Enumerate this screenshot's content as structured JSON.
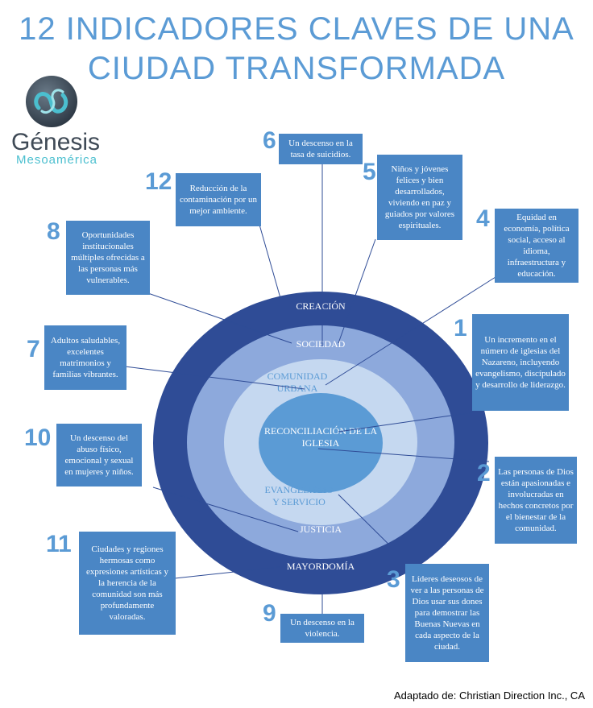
{
  "title": {
    "line1": "12 INDICADORES CLAVES DE UNA",
    "line2": "CIUDAD TRANSFORMADA"
  },
  "logo": {
    "name": "Génesis",
    "subtitle": "Mesoamérica",
    "icon": "infinity-knot-icon"
  },
  "rings": {
    "outer_top": "CREACIÓN",
    "outer_bottom": "MAYORDOMÍA",
    "second_top": "SOCIEDAD",
    "second_bottom": "JUSTICIA",
    "third_top": "COMUNIDAD URBANA",
    "third_bottom": "EVANGELISMO Y SERVICIO",
    "core": "RECONCILIACIÓN DE LA IGLESIA"
  },
  "indicators": {
    "i1": {
      "num": "1",
      "text": "Un incremento en el número de iglesias del Nazareno, incluyendo evangelismo, discípulado y desarrollo de liderazgo."
    },
    "i2": {
      "num": "2",
      "text": "Las personas de Dios están apasionadas e involucradas en hechos concretos por el bienestar de la comunidad."
    },
    "i3": {
      "num": "3",
      "text": "Líderes deseosos de ver a las personas de Dios usar sus dones para demostrar las Buenas Nuevas en cada aspecto de la ciudad."
    },
    "i4": {
      "num": "4",
      "text": "Equidad en economía, política social, acceso al idioma, infraestructura y educación."
    },
    "i5": {
      "num": "5",
      "text": "Niños y jóvenes felices y bien desarrollados, viviendo en paz y guiados por valores espirituales."
    },
    "i6": {
      "num": "6",
      "text": "Un descenso en la tasa de suicidios."
    },
    "i7": {
      "num": "7",
      "text": "Adultos saludables, excelentes matrimonios y familias vibrantes."
    },
    "i8": {
      "num": "8",
      "text": "Oportunidades institucionales múltiples ofrecidas a las personas más vulnerables."
    },
    "i9": {
      "num": "9",
      "text": "Un descenso en la violencia."
    },
    "i10": {
      "num": "10",
      "text": "Un descenso del abuso físico, emocional y sexual en mujeres y niños."
    },
    "i11": {
      "num": "11",
      "text": "Ciudades y regiones hermosas como expresiones artísticas y la herencia de la comunidad son más profundamente valoradas."
    },
    "i12": {
      "num": "12",
      "text": "Reducción de la contaminación por un mejor ambiente."
    }
  },
  "credit": "Adaptado de: Christian Direction Inc., CA",
  "colors": {
    "title": "#5b9bd5",
    "ring_outer": "#2f4c96",
    "ring_second": "#8da9dc",
    "ring_third": "#c5d8f0",
    "ring_core": "#5b9bd5",
    "box": "#4a86c5"
  }
}
